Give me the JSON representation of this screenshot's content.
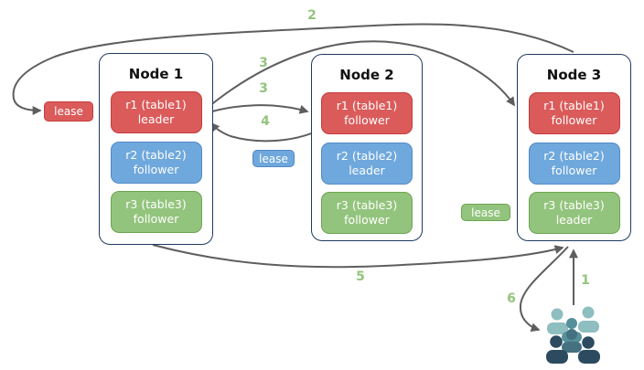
{
  "nodes": [
    {
      "title": "Node 1",
      "replicas": [
        {
          "name": "r1 (table1)",
          "role": "leader",
          "color": "red"
        },
        {
          "name": "r2 (table2)",
          "role": "follower",
          "color": "blue"
        },
        {
          "name": "r3 (table3)",
          "role": "follower",
          "color": "green"
        }
      ]
    },
    {
      "title": "Node 2",
      "replicas": [
        {
          "name": "r1 (table1)",
          "role": "follower",
          "color": "red"
        },
        {
          "name": "r2 (table2)",
          "role": "leader",
          "color": "blue"
        },
        {
          "name": "r3 (table3)",
          "role": "follower",
          "color": "green"
        }
      ]
    },
    {
      "title": "Node 3",
      "replicas": [
        {
          "name": "r1 (table1)",
          "role": "follower",
          "color": "red"
        },
        {
          "name": "r2 (table2)",
          "role": "follower",
          "color": "blue"
        },
        {
          "name": "r3 (table3)",
          "role": "leader",
          "color": "green"
        }
      ]
    }
  ],
  "leases": [
    {
      "label": "lease",
      "color": "red"
    },
    {
      "label": "lease",
      "color": "blue"
    },
    {
      "label": "lease",
      "color": "green"
    }
  ],
  "steps": {
    "s1": "1",
    "s2": "2",
    "s3a": "3",
    "s3b": "3",
    "s4": "4",
    "s5": "5",
    "s6": "6"
  },
  "icons": {
    "users": "users-group-icon"
  },
  "colors": {
    "replica-red": "#DB5B5B",
    "replica-red-border": "#C43C3C",
    "replica-blue": "#6FA8DC",
    "replica-blue-border": "#5189C7",
    "replica-green": "#93C47D",
    "replica-green-border": "#6CA551",
    "node-border": "#1F3A5F",
    "node-title": "#111111",
    "replica-text": "#FFFFFF",
    "arrow": "#5E5E5E",
    "step-label": "#93C47D",
    "users-light": "#8EBEC0",
    "users-medium": "#55909A",
    "users-slate": "#44707F",
    "users-dark": "#2C4B5F",
    "background": "#FFFFFF"
  }
}
